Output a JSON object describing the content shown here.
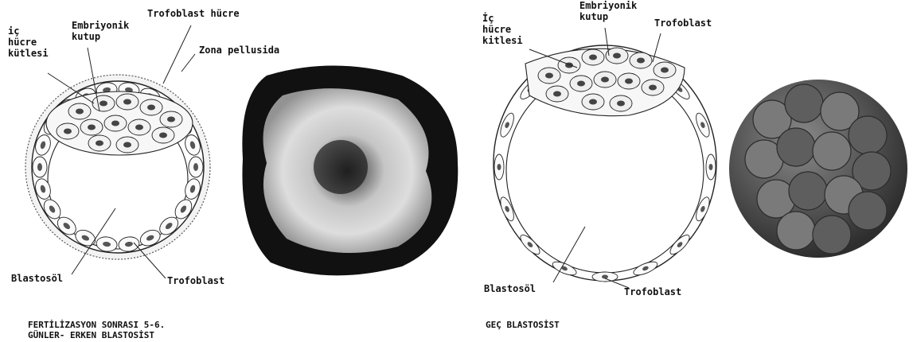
{
  "left_panel": {
    "labels": {
      "ic_hucre_kitlesi": "iç\nhücre\nkütlesi",
      "embriyonik_kutup": "Embriyonik\nkutup",
      "trofoblast_hucre": "Trofoblast hücre",
      "zona_pellusida": "Zona pellusida",
      "blastosol": "Blastosöl",
      "trofoblast": "Trofoblast"
    },
    "caption": "FERTİLİZASYON SONRASI 5-6.\nGÜNLER- ERKEN BLASTOSİST"
  },
  "right_panel": {
    "labels": {
      "ic_hucre_kitlesi": "İç\nhücre\nkitlesi",
      "embriyonik_kutup": "Embriyonik\nkutup",
      "trofoblast_top": "Trofoblast",
      "blastosol": "Blastosöl",
      "trofoblast_bottom": "Trofoblast"
    },
    "caption": "GEÇ BLASTOSİST"
  }
}
